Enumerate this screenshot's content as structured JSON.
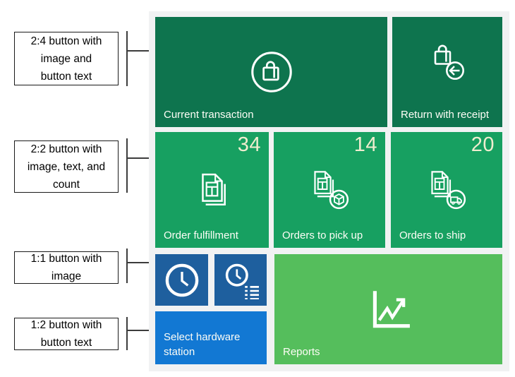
{
  "colors": {
    "panel_bg": "#F1F2F3",
    "tile_dark_green": "#0E744E",
    "tile_mid_green": "#17A061",
    "tile_light_green": "#55BE5C",
    "tile_navy_blue": "#1E5F9E",
    "tile_bright_blue": "#1278D3",
    "count_text": "#EFEDCF",
    "label_text": "#FFFFFF",
    "connector_line": "#3C3C3C"
  },
  "callouts": {
    "c1": {
      "label": "2:4 button with\nimage and\nbutton text"
    },
    "c2": {
      "label": "2:2 button with\nimage, text, and\ncount"
    },
    "c3": {
      "label": "1:1 button with\nimage"
    },
    "c4": {
      "label": "1:2 button with\nbutton text"
    }
  },
  "tiles": {
    "current_transaction": {
      "label": "Current transaction",
      "icon": "shopping-bag-in-circle",
      "size": "2:4"
    },
    "return_with_receipt": {
      "label": "Return with receipt",
      "icon": "shopping-bag-return-arrow",
      "size": "2:4"
    },
    "order_fulfillment": {
      "label": "Order fulfillment",
      "count": "34",
      "icon": "stacked-documents",
      "size": "2:2"
    },
    "orders_to_pick_up": {
      "label": "Orders to pick up",
      "count": "14",
      "icon": "stacked-documents-package",
      "size": "2:2"
    },
    "orders_to_ship": {
      "label": "Orders to ship",
      "count": "20",
      "icon": "stacked-documents-truck",
      "size": "2:2"
    },
    "clock": {
      "icon": "clock",
      "size": "1:1"
    },
    "clock_list": {
      "icon": "clock-with-list",
      "size": "1:1"
    },
    "select_hardware_station": {
      "label": "Select hardware\nstation",
      "size": "1:2"
    },
    "reports": {
      "label": "Reports",
      "icon": "line-chart-arrow",
      "size": "2:4"
    }
  }
}
